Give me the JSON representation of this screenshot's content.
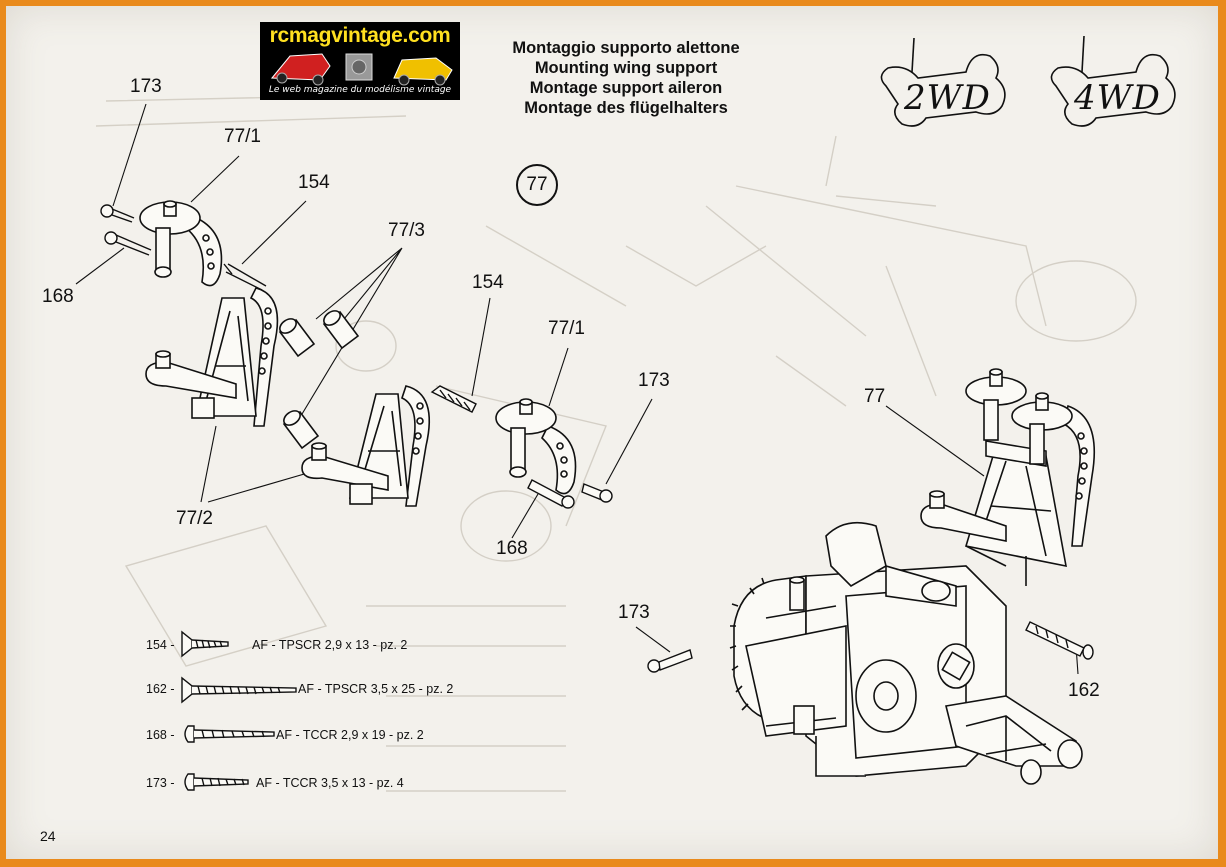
{
  "logo": {
    "brand": "rcmagvintage.com",
    "tagline": "Le web magazine du modélisme vintage"
  },
  "titles": [
    "Montaggio supporto alettone",
    "Mounting wing support",
    "Montage support aileron",
    "Montage des flügelhalters"
  ],
  "step_number": "77",
  "drive_badges": [
    "2WD",
    "4WD"
  ],
  "part_labels": {
    "p173_top": "173",
    "p77_1_top": "77/1",
    "p154_top": "154",
    "p168_left": "168",
    "p77_3": "77/3",
    "p154_mid": "154",
    "p77_1_mid": "77/1",
    "p173_mid": "173",
    "p77_2": "77/2",
    "p168_mid": "168",
    "p77_right": "77",
    "p173_bottom": "173",
    "p162": "162"
  },
  "legend": [
    {
      "number": "154 -",
      "description": "AF - TPSCR 2,9 x 13 - pz. 2",
      "icon": "countersunk-screw-icon"
    },
    {
      "number": "162 -",
      "description": "AF - TPSCR 3,5 x 25 - pz. 2",
      "icon": "long-countersunk-screw-icon"
    },
    {
      "number": "168 -",
      "description": "AF - TCCR 2,9 x 19 - pz. 2",
      "icon": "round-head-screw-icon"
    },
    {
      "number": "173 -",
      "description": "AF - TCCR 3,5 x 13 - pz. 4",
      "icon": "round-head-short-screw-icon"
    }
  ],
  "page_number": "24",
  "colors": {
    "border": "#e98a1c",
    "paper": "#f3f1ec",
    "ink": "#111111",
    "logo_yellow": "#ffe020"
  }
}
